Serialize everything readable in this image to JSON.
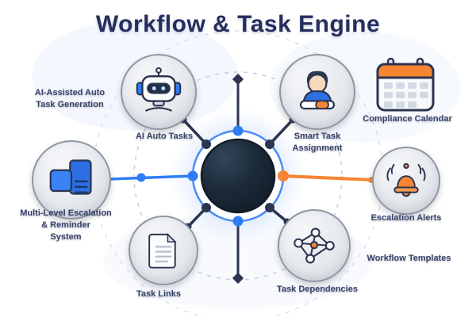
{
  "title": "Workflow & Task Engine",
  "colors": {
    "title": "#262e5e",
    "label": "#3a4468",
    "navy": "#2b3550",
    "blue": "#2f7df6",
    "orange": "#f68432",
    "circle_border": "#8e97a3",
    "icon_blue_dark": "#2f6fe4",
    "icon_blue_light": "#3b82f6",
    "hub_dark": "#1c2a38"
  },
  "hub": {
    "name": "central-hub"
  },
  "nodes": {
    "ai_generation": {
      "label": "AI-Assisted Auto\nTask Generation"
    },
    "ai_assistant": {
      "label": "AI Auto Tasks"
    },
    "smart_assignment": {
      "label": "Smart Task\nAssignment"
    },
    "compliance_calendar": {
      "label": "Compliance Calendar"
    },
    "escalation_alerts": {
      "label": "Escalation Alerts"
    },
    "workflow_templates": {
      "label": "Workflow Templates"
    },
    "task_dependencies": {
      "label": "Task Dependencies"
    },
    "task_links": {
      "label": "Task Links"
    },
    "multi_level": {
      "label": "Multi-Level Escalation\n& Reminder\nSystem"
    }
  },
  "icons": [
    "robot-icon",
    "user-progress-icon",
    "calendar-icon",
    "bell-icon",
    "network-graph-icon",
    "document-icon",
    "app-windows-icon",
    "hub-core"
  ]
}
